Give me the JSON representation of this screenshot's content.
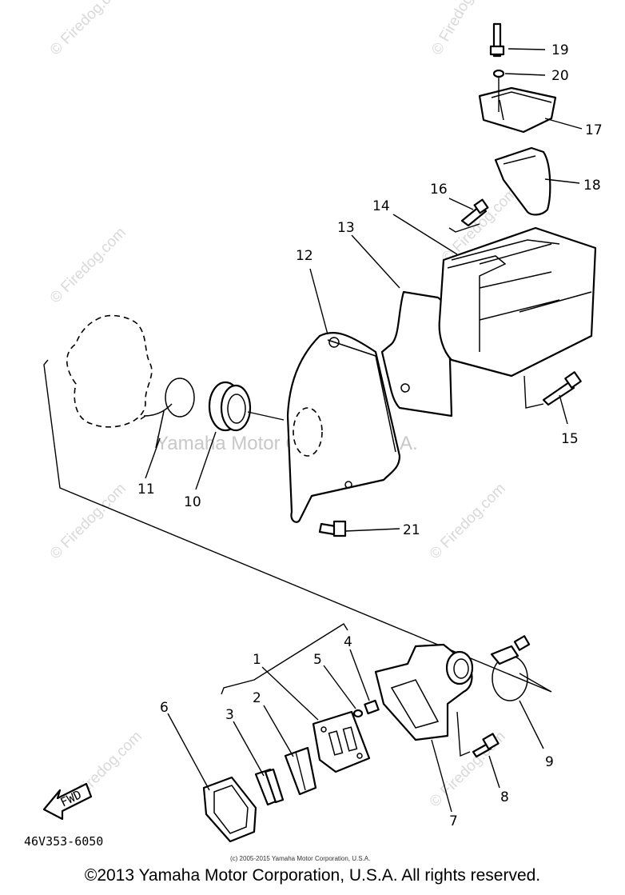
{
  "callouts": [
    "1",
    "2",
    "3",
    "4",
    "5",
    "6",
    "7",
    "8",
    "9",
    "10",
    "11",
    "12",
    "13",
    "14",
    "15",
    "16",
    "17",
    "18",
    "19",
    "20",
    "21"
  ],
  "diagram_code": "46V353-6050",
  "fwd_label": "FWD",
  "watermarks": {
    "firedog": "© Firedog.com",
    "yamaha": "Yamaha Motor Corp. ™ U.S.A."
  },
  "small_credit": "(c) 2005-2015 Yamaha Motor Corporation, U.S.A.",
  "footer_copyright": "©2013 Yamaha Motor Corporation, U.S.A. All rights reserved."
}
